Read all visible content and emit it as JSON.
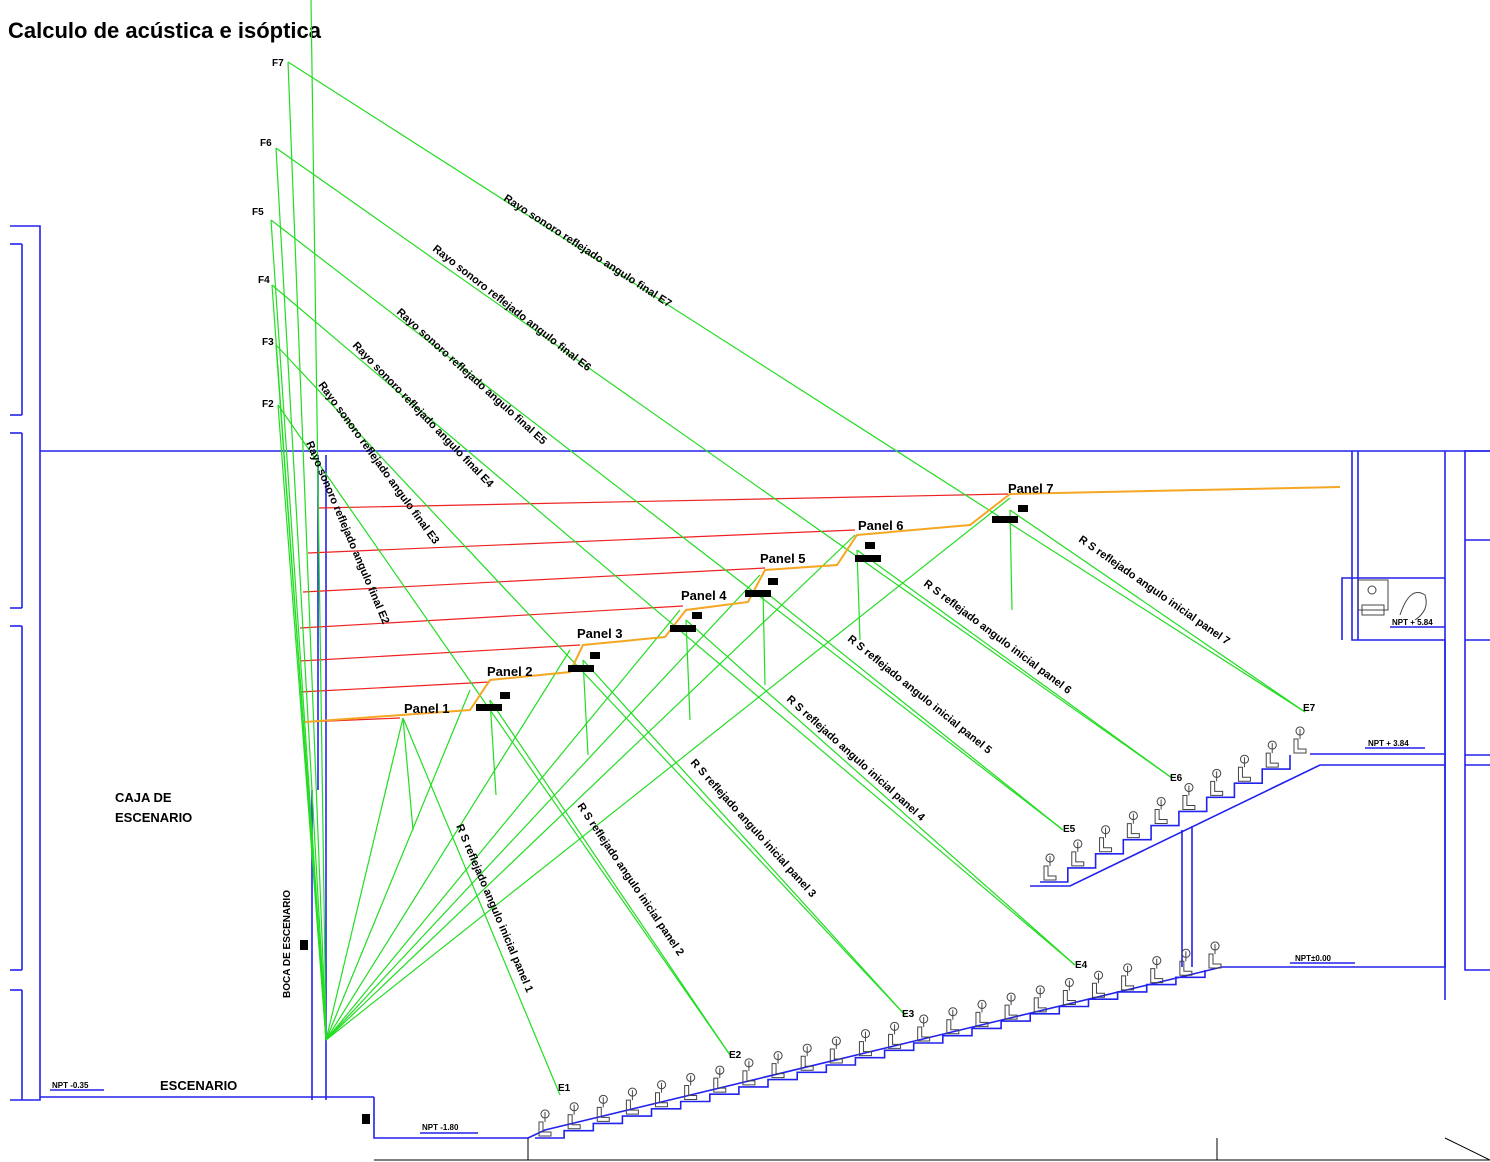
{
  "title": "Calculo de acústica e isóptica",
  "colors": {
    "walls": "#2222ee",
    "rays": "#22dd22",
    "direct": "#ee2222",
    "panels": "#f5a623",
    "text": "#000000"
  },
  "focus_labels": [
    "F2",
    "F3",
    "F4",
    "F5",
    "F6",
    "F7"
  ],
  "panel_labels": [
    "Panel 1",
    "Panel 2",
    "Panel 3",
    "Panel 4",
    "Panel 5",
    "Panel 6",
    "Panel 7"
  ],
  "seat_labels": [
    "E1",
    "E2",
    "E3",
    "E4",
    "E5",
    "E6",
    "E7"
  ],
  "final_ray_labels": [
    "Rayo sonoro reflejado angulo final E2",
    "Rayo sonoro reflejado angulo final E3",
    "Rayo sonoro reflejado angulo final E4",
    "Rayo sonoro reflejado angulo final E5",
    "Rayo sonoro reflejado angulo final E6",
    "Rayo sonoro reflejado angulo final E7"
  ],
  "initial_ray_labels": [
    "R S reflejado angulo inicial panel 1",
    "R S reflejado angulo inicial panel 2",
    "R S reflejado angulo inicial panel 3",
    "R S reflejado angulo inicial panel 4",
    "R S reflejado angulo inicial panel 5",
    "R S reflejado angulo inicial panel 6",
    "R S reflejado angulo inicial panel 7"
  ],
  "zone_labels": {
    "stage_box_1": "CAJA DE",
    "stage_box_2": "ESCENARIO",
    "stage": "ESCENARIO",
    "stage_mouth": "BOCA DE ESCENARIO"
  },
  "level_labels": [
    "NPT -0.35",
    "NPT -1.80",
    "NPT±0.00",
    "NPT + 3.84",
    "NPT + 5.84"
  ]
}
